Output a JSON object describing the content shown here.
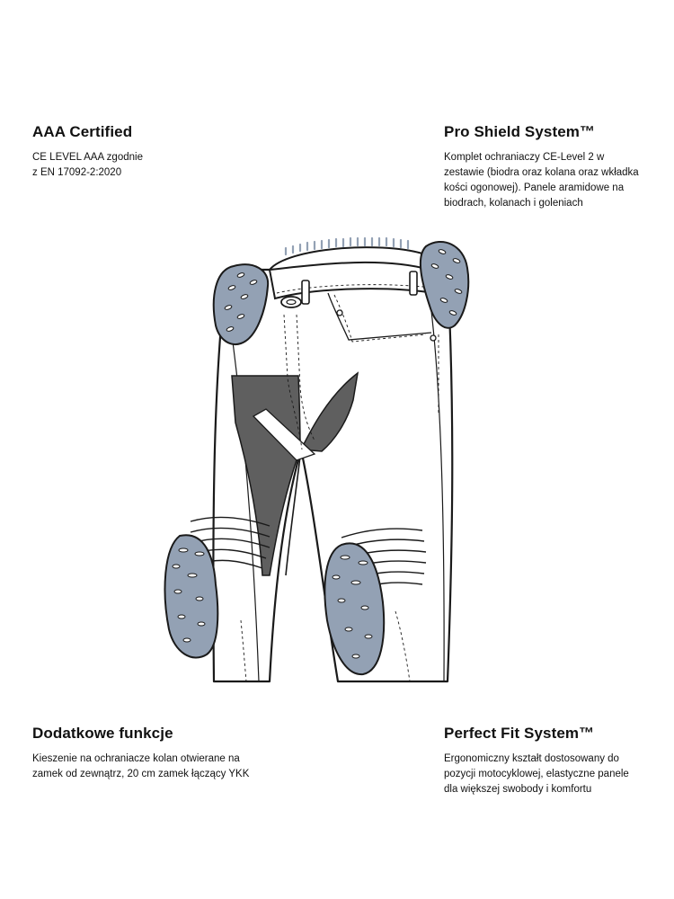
{
  "features": {
    "aaa": {
      "title": "AAA Certified",
      "text": "CE LEVEL AAA zgodnie\nz EN 17092-2:2020"
    },
    "pro_shield": {
      "title": "Pro Shield System™",
      "text": "Komplet ochraniaczy CE-Level 2 w\nzestawie (biodra oraz kolana oraz wkładka\nkości ogonowej). Panele aramidowe na\nbiodrach, kolanach i goleniach"
    },
    "extra": {
      "title": "Dodatkowe funkcje",
      "text": "Kieszenie na ochraniacze kolan otwierane na\nzamek od zewnątrz, 20 cm zamek łączący YKK"
    },
    "perfect_fit": {
      "title": "Perfect Fit System™",
      "text": "Ergonomiczny kształt dostosowany do\npozycji motocyklowej, elastyczne panele\ndla większej swobody i komfortu"
    }
  },
  "colors": {
    "protector": "#93a1b4",
    "panel_dark": "#5f5f5f",
    "outline": "#1a1a1a",
    "background": "#ffffff"
  }
}
